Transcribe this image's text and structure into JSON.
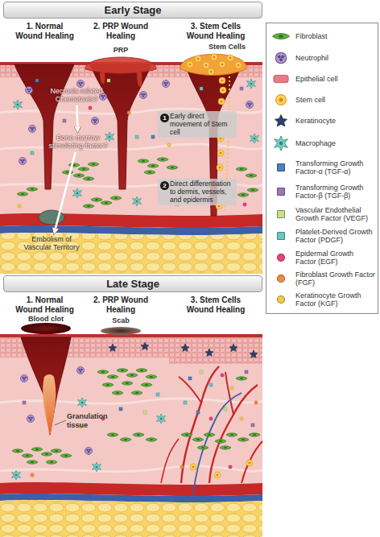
{
  "diagram": {
    "nodes": [
      {
        "text": [
          "Early Stage"
        ]
      },
      {
        "text": [
          "Necrosis related Chemotaxis?"
        ]
      },
      {
        "text": [
          "Bone marrow stimulating factor?"
        ]
      },
      {
        "text": [
          "Embolism of Vascular Territory"
        ]
      },
      {
        "text": [
          "Early direct movement of Stem cell"
        ]
      },
      {
        "text": [
          "Direct differentiation to dermis, vessels, and epidermis"
        ]
      },
      {
        "text": [
          "Late Stage"
        ]
      }
    ],
    "edges": [
      {
        "from": 1,
        "to": 2,
        "arrow": "to"
      },
      {
        "from": 2,
        "to": 3,
        "arrow": "to"
      }
    ],
    "labels": [
      "1. Normal Wound Healing",
      "2. PRP Wound Healing",
      "3. Stem Cells Wound Healing",
      "PRP",
      "Stem Cells",
      "1",
      "2",
      "1. Normal Wound Healing",
      "2. PRP Wound Healing",
      "3. Stem Cells Wound Healing",
      "Blood clot",
      "Scab",
      "Granulation tissue"
    ],
    "legend": [
      {
        "text": "Fibroblast"
      },
      {
        "text": "Neutrophil"
      },
      {
        "text": "Epithelial cell"
      },
      {
        "text": "Stem cell"
      },
      {
        "text": "Keratinocyte"
      },
      {
        "text": "Macrophage"
      },
      {
        "text": "Transforming Growth Factor-α (TGF-α)",
        "color": "#4f7fc0"
      },
      {
        "text": "Transforming Growth Factor-β (TGF-β)",
        "color": "#9b77b8"
      },
      {
        "text": "Vascular Endothelial Growth Factor (VEGF)",
        "color": "#c6e08c"
      },
      {
        "text": "Platelet-Derived Growth Factor (PDGF)",
        "color": "#6cc6c0"
      },
      {
        "text": "Epidermal Growth Factor (EGF)",
        "color": "#e8437a"
      },
      {
        "text": "Fibroblast Growth Factor (FGF)",
        "color": "#f08c3a"
      },
      {
        "text": "Keratinocyte Growth Factor (KGF)",
        "color": "#f5c84a"
      }
    ]
  }
}
